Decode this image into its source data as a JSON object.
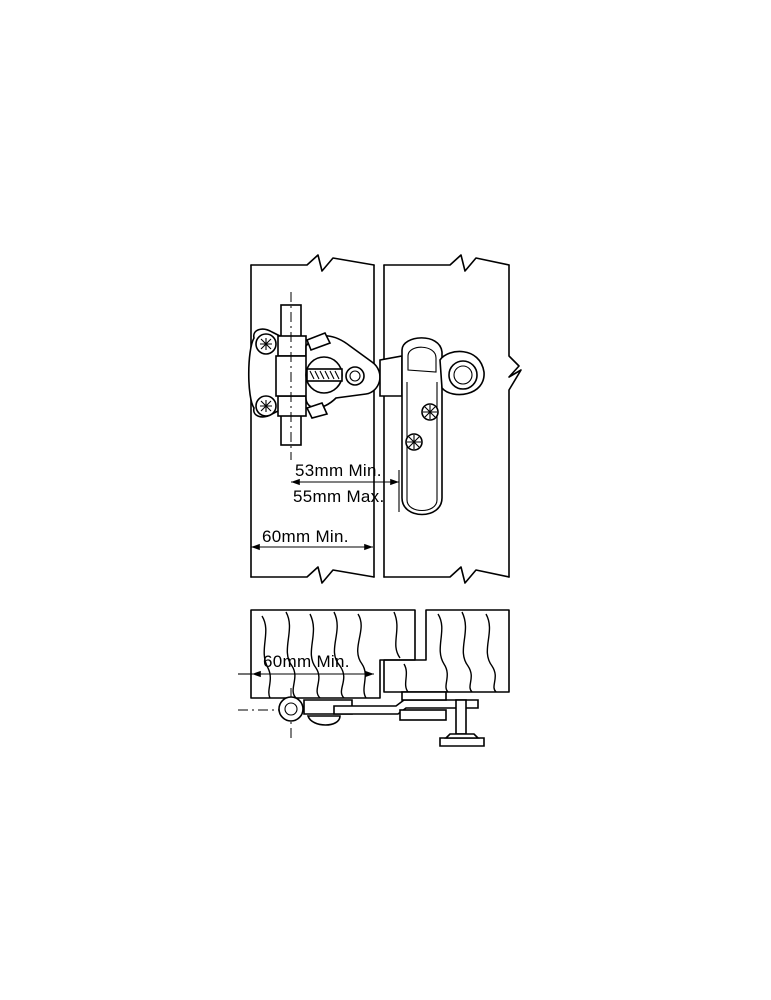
{
  "dimensions": {
    "gap_min": "53mm Min.",
    "gap_max": "55mm Max.",
    "edge_min_front": "60mm Min.",
    "edge_min_section": "60mm Min."
  }
}
